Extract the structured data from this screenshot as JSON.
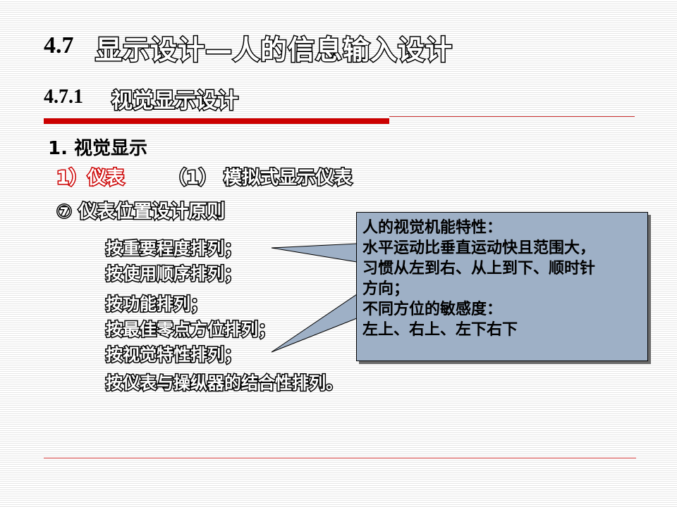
{
  "heading": {
    "number": "4.7",
    "title": "显示设计—人的信息输入设计"
  },
  "subheading": {
    "number": "4.7.1",
    "title": "视觉显示设计"
  },
  "section": {
    "label": "1. 视觉显示"
  },
  "item_1": {
    "label": "1）仪表",
    "rest": "（1） 模拟式显示仪表"
  },
  "item_7": {
    "label": "⑦ 仪表位置设计原则"
  },
  "rules": [
    "按重要程度排列；",
    "按使用顺序排列；",
    "按功能排列；",
    "按最佳零点方位排列；",
    "按视觉特性排列；",
    "按仪表与操纵器的结合性排列。"
  ],
  "callout": {
    "lines": [
      "人的视觉机能特性：",
      "水平运动比垂直运动快且范围大，",
      "习惯从左到右、从上到下、顺时针",
      "方向；",
      "不同方位的敏感度：",
      "左上、右上、左下右下"
    ]
  },
  "colors": {
    "accent": "#cc0000",
    "callout_fill": "#9eb0c6"
  }
}
